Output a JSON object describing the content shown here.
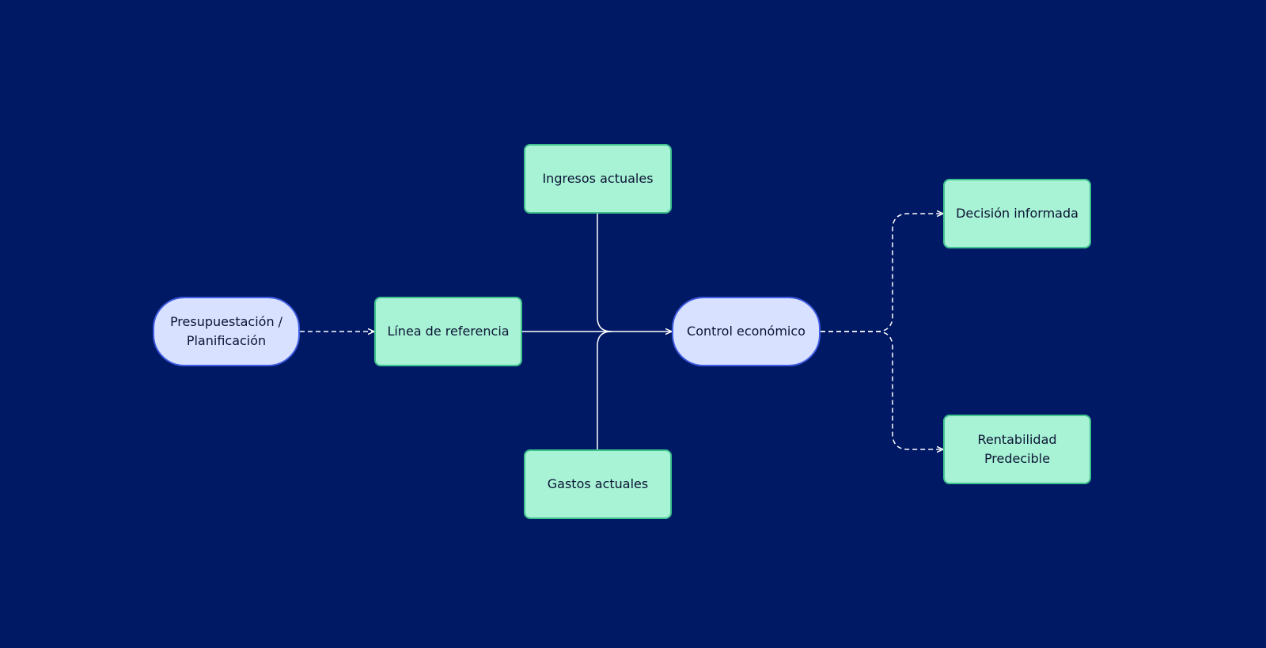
{
  "diagram": {
    "nodes": {
      "presupuesto": "Presupuestación / Planificación",
      "linea": "Línea de referencia",
      "ingresos": "Ingresos actuales",
      "gastos": "Gastos actuales",
      "control": "Control económico",
      "decision": "Decisión informada",
      "rentabilidad": "Rentabilidad Predecible"
    },
    "edges": [
      {
        "from": "presupuesto",
        "to": "linea",
        "style": "dashed"
      },
      {
        "from": "linea",
        "to": "control",
        "style": "solid"
      },
      {
        "from": "ingresos",
        "to": "control",
        "style": "solid"
      },
      {
        "from": "gastos",
        "to": "control",
        "style": "solid"
      },
      {
        "from": "control",
        "to": "decision",
        "style": "dashed"
      },
      {
        "from": "control",
        "to": "rentabilidad",
        "style": "dashed"
      }
    ],
    "colors": {
      "background": "#001965",
      "process_fill": "#a8f2d6",
      "process_border": "#3fc38d",
      "terminal_fill": "#d8e1ff",
      "terminal_border": "#3f5ce2",
      "connector": "#ffffff"
    }
  }
}
